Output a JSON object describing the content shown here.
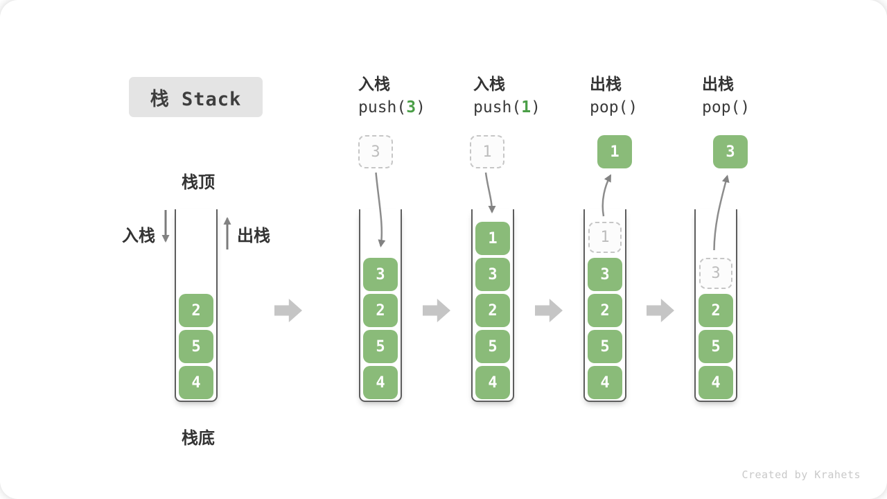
{
  "title": "栈 Stack",
  "legend": {
    "top": "栈顶",
    "bottom": "栈底",
    "push": "入栈",
    "pop": "出栈"
  },
  "columns": [
    {
      "op": "入栈",
      "code_pre": "push(",
      "code_arg": "3",
      "code_post": ")"
    },
    {
      "op": "入栈",
      "code_pre": "push(",
      "code_arg": "1",
      "code_post": ")"
    },
    {
      "op": "出栈",
      "code_pre": "pop()",
      "code_arg": "",
      "code_post": ""
    },
    {
      "op": "出栈",
      "code_pre": "pop()",
      "code_arg": "",
      "code_post": ""
    }
  ],
  "floats": [
    {
      "value": "3",
      "style": "ghost"
    },
    {
      "value": "1",
      "style": "ghost"
    },
    {
      "value": "1",
      "style": "solid"
    },
    {
      "value": "3",
      "style": "solid"
    }
  ],
  "stacks": [
    {
      "cells": [
        "2",
        "5",
        "4"
      ]
    },
    {
      "cells": [
        "3",
        "2",
        "5",
        "4"
      ]
    },
    {
      "cells": [
        "1",
        "3",
        "2",
        "5",
        "4"
      ]
    },
    {
      "ghost": "1",
      "cells": [
        "3",
        "2",
        "5",
        "4"
      ]
    },
    {
      "ghost": "3",
      "cells": [
        "2",
        "5",
        "4"
      ]
    }
  ],
  "watermark": "Created by Krahets",
  "colors": {
    "cell_green": "#8abb79",
    "accent_green": "#4a9e46",
    "curve_arrow_gray": "#828282",
    "flow_arrow_gray": "#c5c5c5",
    "ghost_border_gray": "#c6c6c6",
    "ghost_text_gray": "#bdbdbd",
    "title_bg": "#e4e4e4",
    "text_dark": "#333333",
    "stack_border": "#5d5d5d",
    "watermark_gray": "#c9c9c9"
  }
}
